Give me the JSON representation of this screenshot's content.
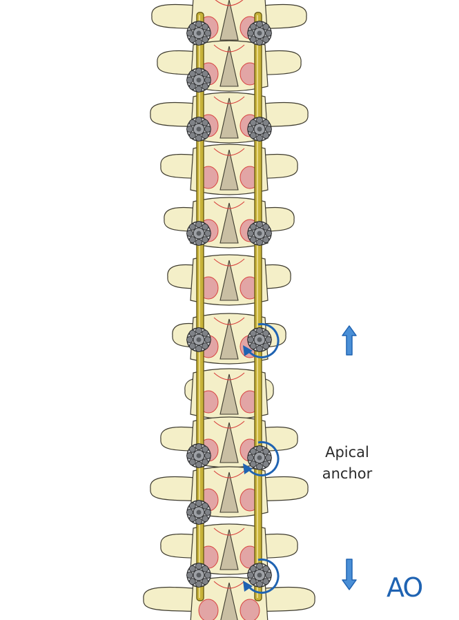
{
  "annotation": {
    "line1": "Apical",
    "line2": "anchor"
  },
  "logo": {
    "text": "AO"
  },
  "colors": {
    "bone": "#f4efc8",
    "bone_outline": "#3d3a2e",
    "canal": "#c9bfa3",
    "ligament": "#e2a5a5",
    "ligament_line": "#d8403c",
    "rod": "#c8b33a",
    "rod_dark": "#6a5c12",
    "screw": "#7f8287",
    "arrow": "#4a8fd6",
    "arrow_dark": "#1f63b2",
    "logo": "#1f63b2"
  },
  "icons": {
    "up_arrow": "up-arrow-icon",
    "down_arrow": "down-arrow-icon",
    "rotation": "rotation-arrow-icon",
    "screw": "pedicle-screw-icon"
  }
}
